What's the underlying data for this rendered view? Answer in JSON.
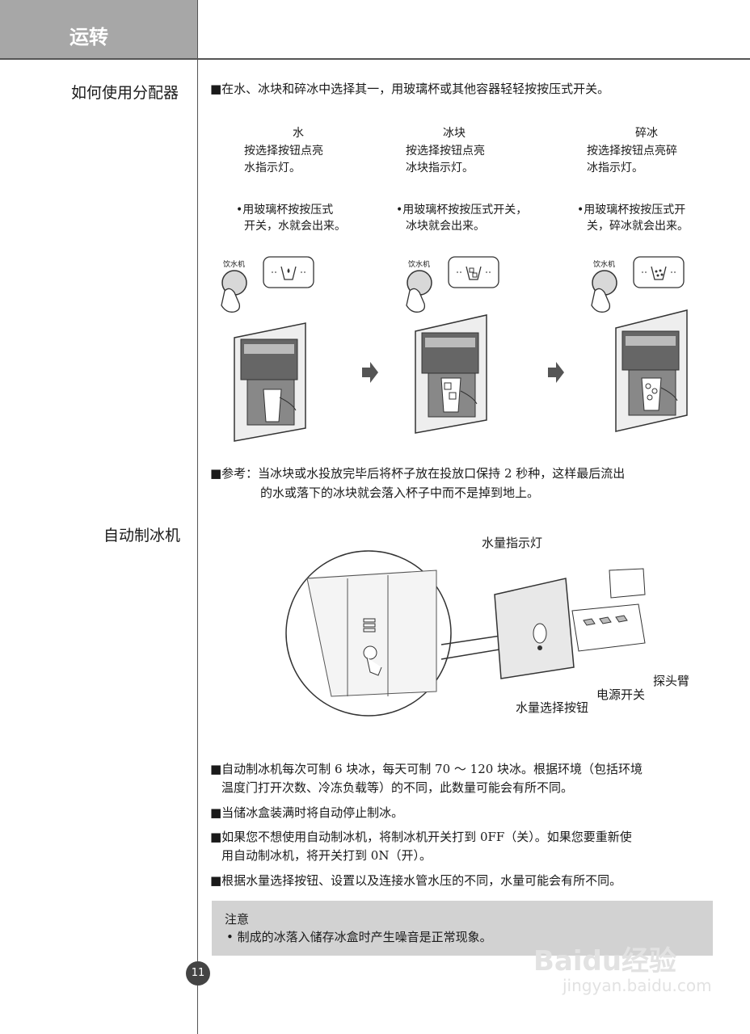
{
  "header": {
    "title": "运转"
  },
  "section_dispenser": {
    "label": "如何使用分配器",
    "intro": "■在水、冰块和碎冰中选择其一，用玻璃杯或其他容器轻轻按按压式开关。",
    "columns": [
      {
        "title": "水",
        "line1": "按选择按钮点亮",
        "line2": "水指示灯。",
        "step1": "•用玻璃杯按按压式",
        "step2": "开关，水就会出来。",
        "button_label": "饮水机",
        "icon": "water-glass-icon"
      },
      {
        "title": "冰块",
        "line1": "按选择按钮点亮",
        "line2": "冰块指示灯。",
        "step1": "•用玻璃杯按按压式开关，",
        "step2": "冰块就会出来。",
        "button_label": "饮水机",
        "icon": "ice-cube-icon"
      },
      {
        "title": "碎冰",
        "line1": "按选择按钮点亮碎",
        "line2": "冰指示灯。",
        "step1": "•用玻璃杯按按压式开",
        "step2": "关，碎冰就会出来。",
        "button_label": "饮水机",
        "icon": "crushed-ice-icon"
      }
    ],
    "note_line1": "■参考：当冰块或水投放完毕后将杯子放在投放口保持 2 秒种，这样最后流出",
    "note_line2": "的水或落下的冰块就会落入杯子中而不是掉到地上。"
  },
  "section_icemaker": {
    "label": "自动制冰机",
    "callouts": {
      "water_indicator": "水量指示灯",
      "probe_arm": "探头臂",
      "power_switch": "电源开关",
      "water_select_button": "水量选择按钮"
    },
    "bullets": [
      {
        "line1": "■自动制冰机每次可制 6 块冰，每天可制 70 ～ 120 块冰。根据环境（包括环境",
        "line2": "温度门打开次数、冷冻负载等）的不同，此数量可能会有所不同。"
      },
      {
        "line1": "■当储冰盒装满时将自动停止制冰。",
        "line2": ""
      },
      {
        "line1": "■如果您不想使用自动制冰机，将制冰机开关打到 0FF（关）。如果您要重新使",
        "line2": "用自动制冰机，将开关打到 0N（开）。"
      },
      {
        "line1": "■根据水量选择按钮、设置以及连接水管水压的不同，水量可能会有所不同。",
        "line2": ""
      }
    ],
    "caution": {
      "title": "注意",
      "text": "•  制成的冰落入储存冰盒时产生噪音是正常现象。"
    }
  },
  "page_number": "11",
  "watermark": {
    "brand": "Baidu经验",
    "url": "jingyan.baidu.com"
  }
}
